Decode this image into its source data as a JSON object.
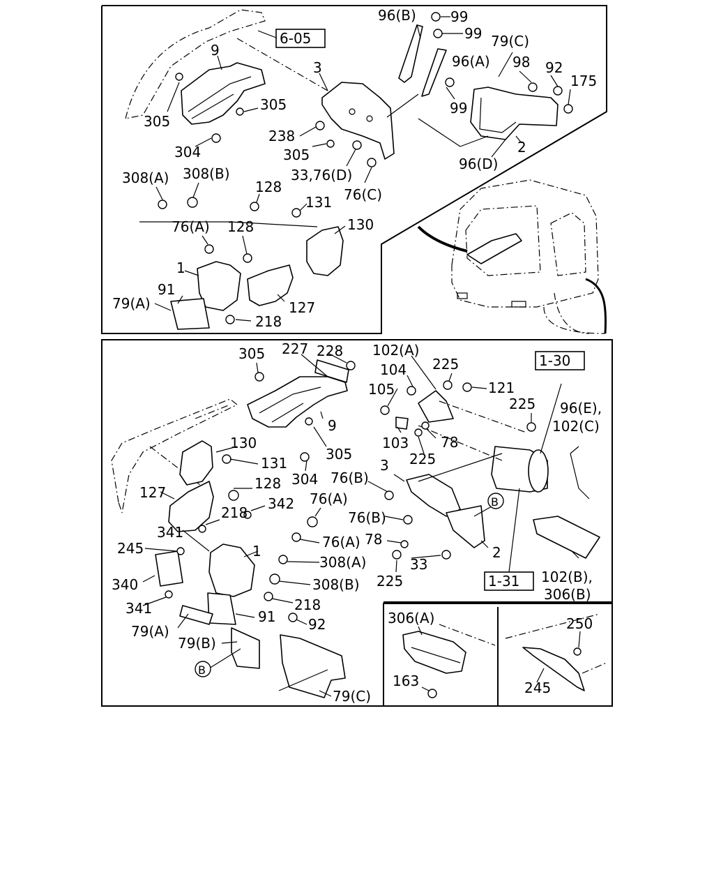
{
  "refs": {
    "top_ref": "6-05",
    "ref_1_30": "1-30",
    "ref_1_31": "1-31",
    "circle_b": "B"
  },
  "top_labels": {
    "l96b": "96(B)",
    "l99a": "99",
    "l99b": "99",
    "l79c": "79(C)",
    "l96a": "96(A)",
    "l98": "98",
    "l92": "92",
    "l175": "175",
    "l99c": "99",
    "l2": "2",
    "l96d": "96(D)",
    "l9": "9",
    "l3": "3",
    "l305a": "305",
    "l305b": "305",
    "l238": "238",
    "l305c": "305",
    "l304": "304",
    "l33": "33,76(D)",
    "l76c": "76(C)",
    "l308a": "308(A)",
    "l308b": "308(B)",
    "l128a": "128",
    "l131": "131",
    "l130": "130",
    "l76a": "76(A)",
    "l128b": "128",
    "l1": "1",
    "l91": "91",
    "l79a": "79(A)",
    "l127": "127",
    "l218": "218"
  },
  "bottom_labels": {
    "l305a": "305",
    "l227": "227",
    "l228": "228",
    "l102a": "102(A)",
    "l104": "104",
    "l225a": "225",
    "l105": "105",
    "l121": "121",
    "l225b": "225",
    "l96e": "96(E),",
    "l102c": "102(C)",
    "l9": "9",
    "l305b": "305",
    "l103": "103",
    "l78a": "78",
    "l225c": "225",
    "l130": "130",
    "l131": "131",
    "l304": "304",
    "l3": "3",
    "l76b1": "76(B)",
    "l127": "127",
    "l128": "128",
    "l342": "342",
    "l76a1": "76(A)",
    "l218a": "218",
    "l341a": "341",
    "l76b2": "76(B)",
    "l76a2": "76(A)",
    "l245": "245",
    "l78b": "78",
    "l1": "1",
    "l308a": "308(A)",
    "l33": "33",
    "l2": "2",
    "l340": "340",
    "l308b": "308(B)",
    "l225d": "225",
    "l341b": "341",
    "l218b": "218",
    "l102b": "102(B),",
    "l306b": "306(B)",
    "l91": "91",
    "l92": "92",
    "l79a": "79(A)",
    "l79b": "79(B)",
    "l79c": "79(C)"
  },
  "inset_labels": {
    "l306a": "306(A)",
    "l163": "163",
    "l250": "250",
    "l245": "245"
  }
}
